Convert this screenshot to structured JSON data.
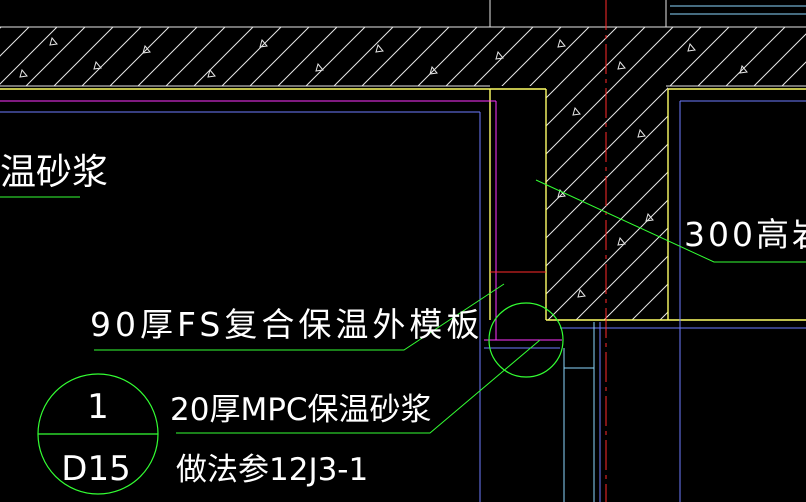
{
  "colors": {
    "background": "#000000",
    "wall_outline": "#ffff66",
    "hatch": "#e6e6e6",
    "leader": "#33ff33",
    "axis": "#ff2a2a",
    "magenta": "#ff33ff",
    "blue": "#6e7cff",
    "cyan": "#8cd8ff",
    "text": "#ffffff"
  },
  "labels": {
    "top_left_partial": "温砂浆",
    "right_partial": "300高岩",
    "fs_formwork": "90厚FS复合保温外模板",
    "mpc_mortar": "20厚MPC保温砂浆",
    "method_ref": "做法参12J3-1"
  },
  "detail_callout": {
    "number": "1",
    "sheet": "D15"
  }
}
